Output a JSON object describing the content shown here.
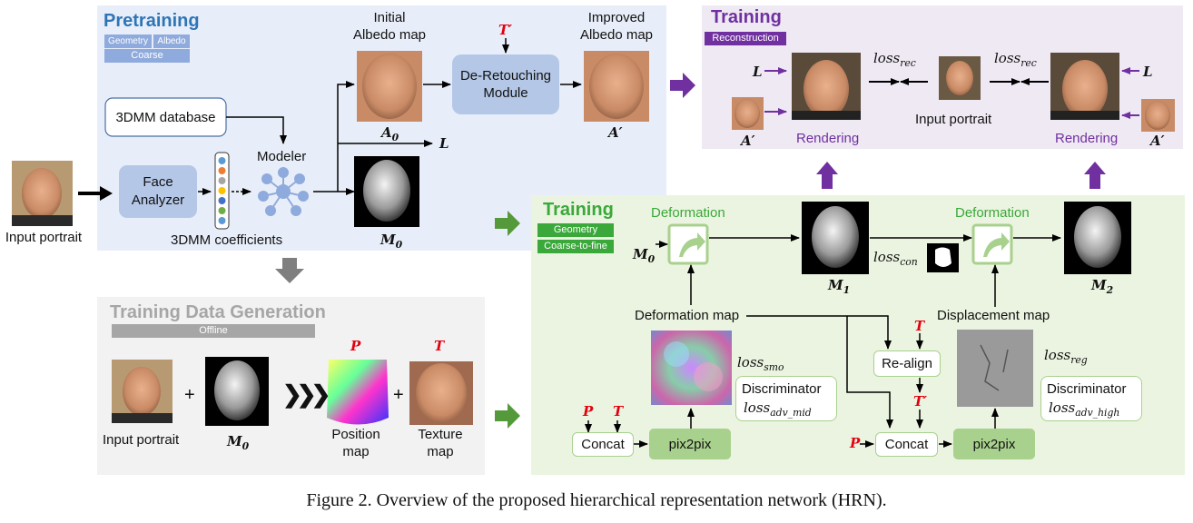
{
  "pretraining": {
    "title": "Pretraining",
    "tags": {
      "geometry": "Geometry",
      "albedo": "Albedo",
      "coarse": "Coarse"
    },
    "initial_albedo": "Initial\nAlbedo map",
    "improved_albedo": "Improved\nAlbedo map",
    "de_retouching": "De-Retouching\nModule",
    "db": "3DMM database",
    "face_analyzer": "Face\nAnalyzer",
    "modeler": "Modeler",
    "coefficients": "3DMM coefficients",
    "A0": "A",
    "A0_sub": "0",
    "A_prime": "A′",
    "T_prime": "T′",
    "L": "L",
    "M0": "M",
    "M0_sub": "0"
  },
  "input_portrait": "Input portrait",
  "training_top": {
    "title": "Training",
    "tag": "Reconstruction",
    "loss_rec": "loss",
    "loss_rec_sub": "rec",
    "input_portrait": "Input portrait",
    "rendering": "Rendering",
    "L": "L",
    "A_prime": "A′"
  },
  "data_gen": {
    "title": "Training Data Generation",
    "tag": "Offline",
    "input_portrait": "Input portrait",
    "M0": "M",
    "M0_sub": "0",
    "P": "P",
    "T": "T",
    "position_map": "Position\nmap",
    "texture_map": "Texture\nmap",
    "plus": "+",
    "chevrons": "❯❯❯"
  },
  "training_bottom": {
    "title": "Training",
    "tags": {
      "geometry": "Geometry",
      "coarse_to_fine": "Coarse-to-fine"
    },
    "deformation": "Deformation",
    "deformation_map": "Deformation map",
    "displacement_map": "Displacement map",
    "realign": "Re-align",
    "concat": "Concat",
    "pix2pix": "pix2pix",
    "discriminator": "Discriminator",
    "loss": "loss",
    "smo": "smo",
    "adv_mid": "adv_mid",
    "adv_high": "adv_high",
    "con": "con",
    "reg": "reg",
    "M0": "M",
    "M0_sub": "0",
    "M1": "M",
    "M1_sub": "1",
    "M2": "M",
    "M2_sub": "2",
    "P": "P",
    "T": "T",
    "T_prime": "T′"
  },
  "caption": "Figure 2. Overview of the proposed hierarchical representation network (HRN).",
  "colors": {
    "pretrain_bg": "#e8eef9",
    "training_top_bg": "#efe9f4",
    "datagen_bg": "#f2f2f2",
    "training_bottom_bg": "#ebf4e0",
    "blue_box": "#b4c7e7",
    "purple": "#7030a0",
    "green": "#3aa83a",
    "green_arrow": "#549a3a",
    "pix2pix": "#a9d18e",
    "red": "#e3000f"
  }
}
